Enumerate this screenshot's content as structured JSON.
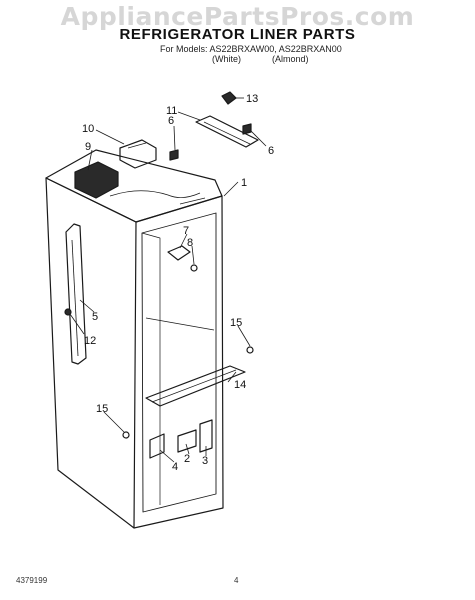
{
  "watermark": "AppliancePartsPros.com",
  "header": {
    "title": "REFRIGERATOR LINER PARTS",
    "models_line": "For Models: AS22BRXAW00, AS22BRXAN00",
    "variant_white": "(White)",
    "variant_almond": "(Almond)"
  },
  "callouts": {
    "c1": "1",
    "c2": "2",
    "c3": "3",
    "c4": "4",
    "c5": "5",
    "c6a": "6",
    "c6b": "6",
    "c7": "7",
    "c8": "8",
    "c9": "9",
    "c10": "10",
    "c11": "11",
    "c12": "12",
    "c13": "13",
    "c14": "14",
    "c15a": "15",
    "c15b": "15"
  },
  "footer": {
    "doc_number": "4379199",
    "page_number": "4"
  }
}
